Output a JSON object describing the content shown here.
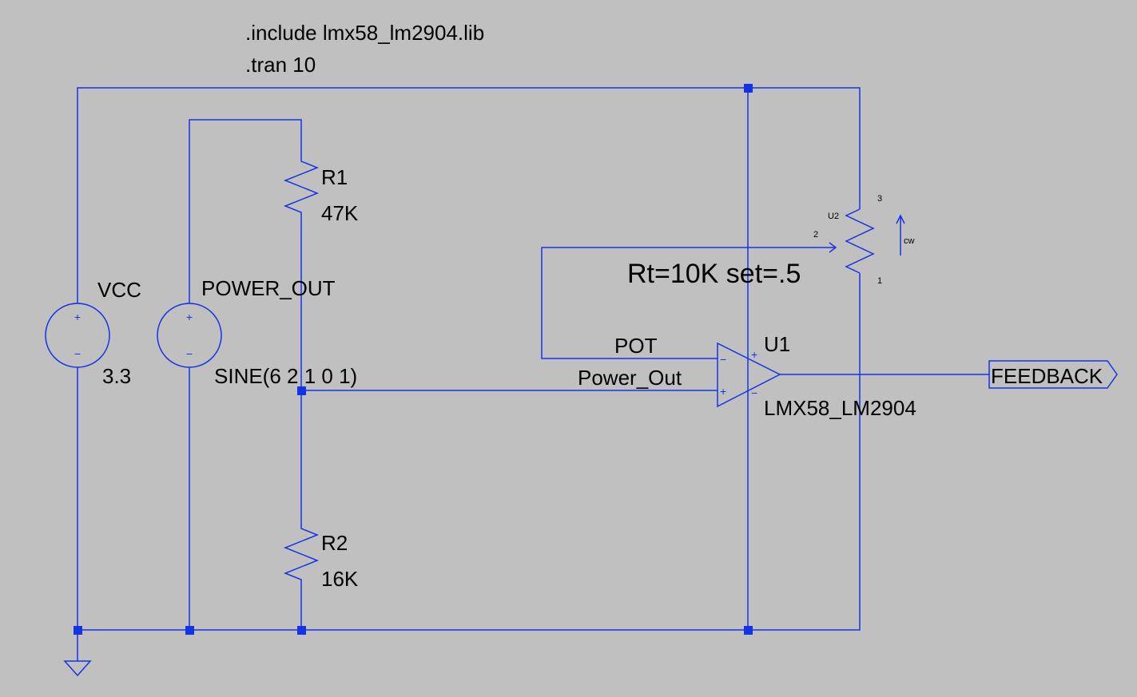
{
  "directives": {
    "include": ".include lmx58_lm2904.lib",
    "tran": ".tran 10"
  },
  "vcc": {
    "name": "VCC",
    "value": "3.3"
  },
  "power_out_source": {
    "name": "POWER_OUT",
    "value": "SINE(6 2 1 0 1)"
  },
  "r1": {
    "name": "R1",
    "value": "47K"
  },
  "r2": {
    "name": "R2",
    "value": "16K"
  },
  "u1": {
    "name": "U1",
    "model": "LMX58_LM2904",
    "plus": "+",
    "minus": "−"
  },
  "u2": {
    "name": "U2",
    "params": "Rt=10K set=.5",
    "pin1": "1",
    "pin2": "2",
    "pin3": "3",
    "cw": "cw"
  },
  "nets": {
    "pot": "POT",
    "power_out": "Power_Out",
    "feedback": "FEEDBACK"
  },
  "source_symbols": {
    "plus": "+",
    "minus": "−"
  },
  "colors": {
    "wire": "#1533e6",
    "background": "#c0c0c0"
  }
}
